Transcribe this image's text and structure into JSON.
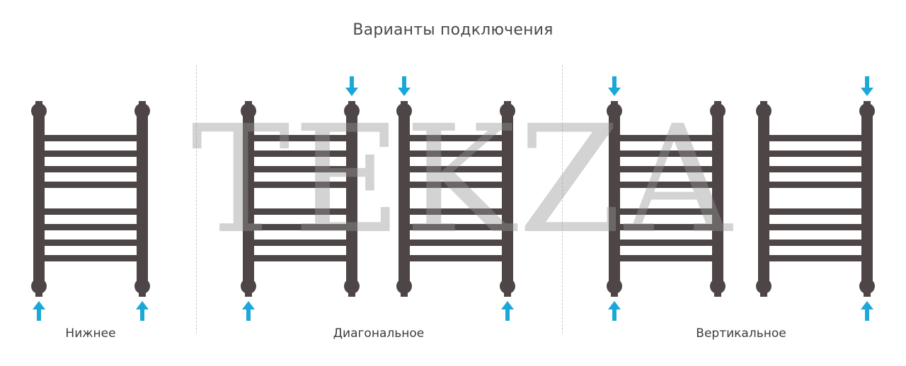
{
  "title": "Варианты подключения",
  "watermark": "TEKZA",
  "captions": {
    "bottom": "Нижнее",
    "diagonal": "Диагональное",
    "vertical": "Вертикальное"
  },
  "colors": {
    "radiator": "#4e4646",
    "arrow": "#1ba8d8",
    "text": "#4a4646"
  },
  "icons": [
    "arrow-down-icon",
    "arrow-up-icon"
  ]
}
